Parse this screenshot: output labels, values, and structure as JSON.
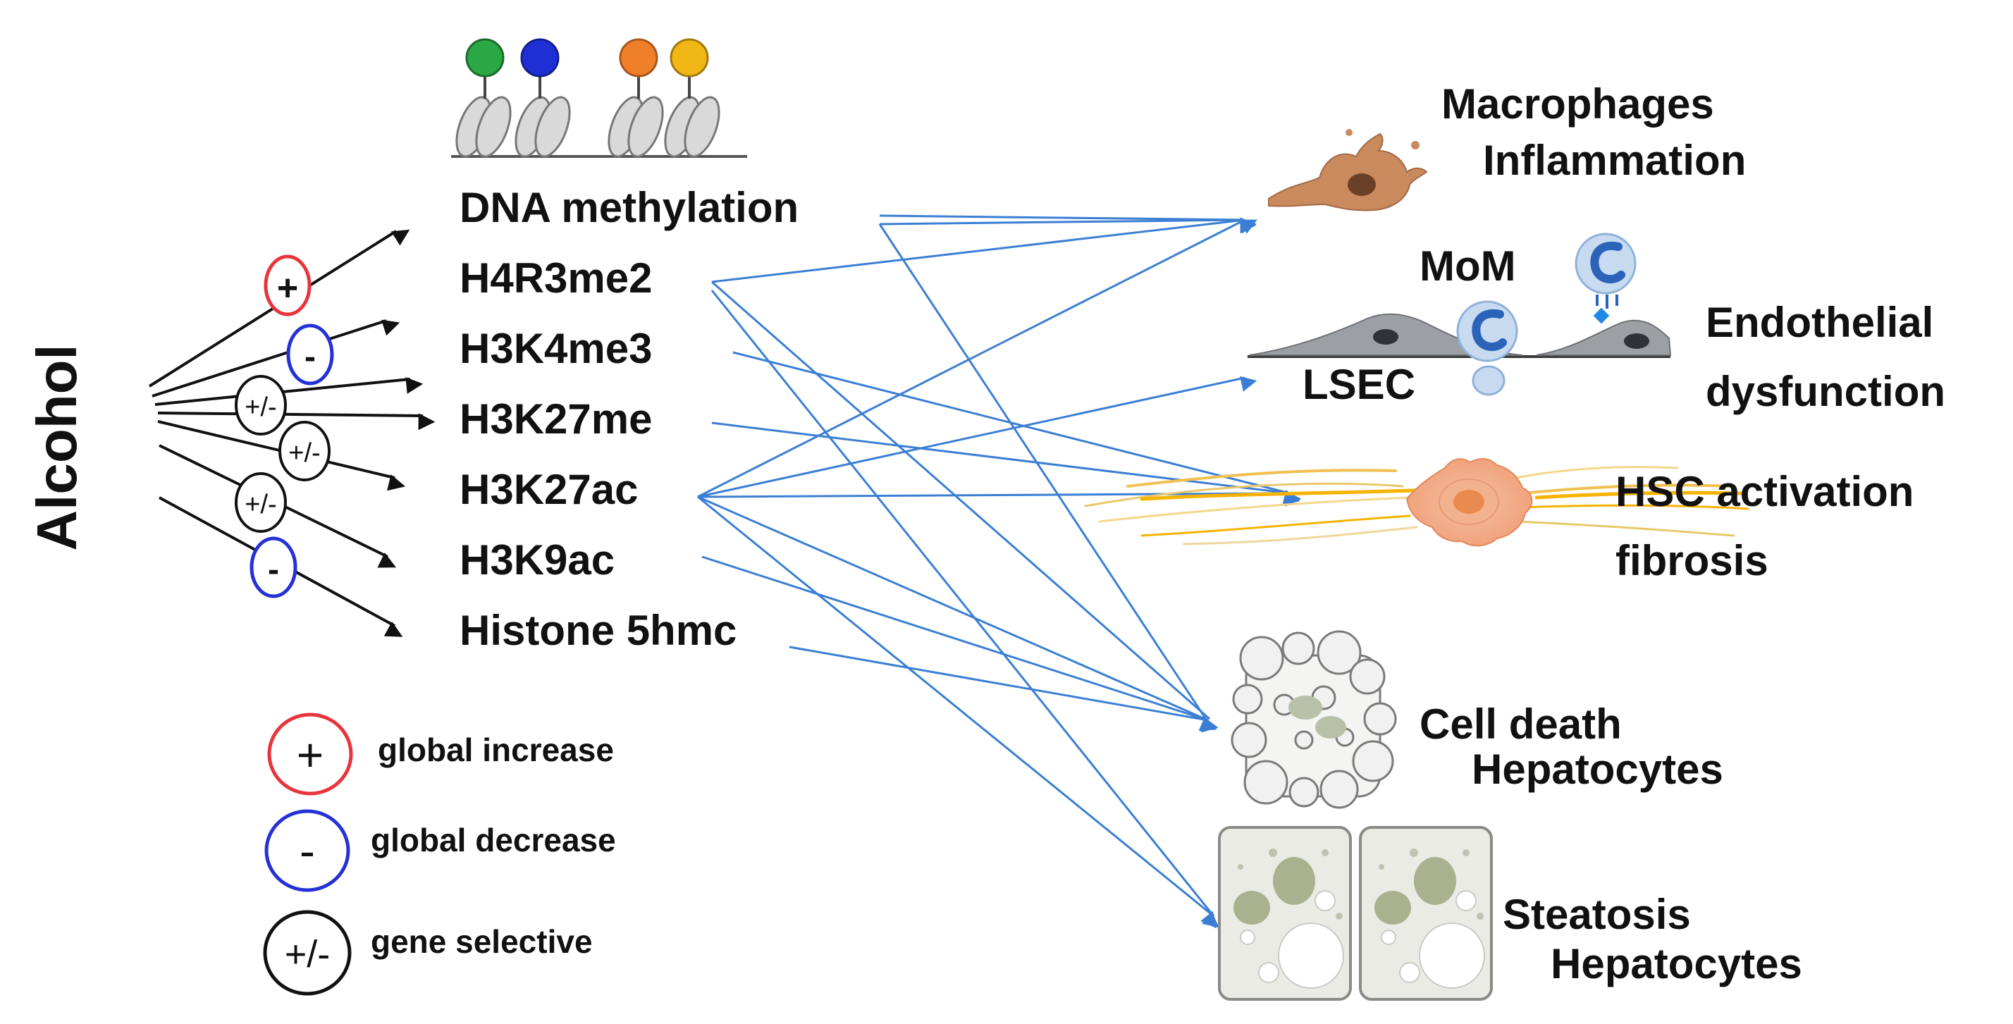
{
  "side_label": "Alcohol",
  "modifications": [
    "DNA methylation",
    "H4R3me2",
    "H3K4me3",
    "H3K27me",
    "H3K27ac",
    "H3K9ac",
    "Histone 5hmc"
  ],
  "badges": [
    {
      "symbol": "+",
      "kind": "increase"
    },
    {
      "symbol": "-",
      "kind": "decrease"
    },
    {
      "symbol": "+/-",
      "kind": "selective"
    },
    {
      "symbol": "+/-",
      "kind": "selective"
    },
    {
      "symbol": "+/-",
      "kind": "selective"
    },
    {
      "symbol": "-",
      "kind": "decrease"
    }
  ],
  "outcomes": {
    "macrophages": {
      "line1": "Macrophages",
      "line2": "Inflammation"
    },
    "endothelial": {
      "mom": "MoM",
      "lsec": "LSEC",
      "line1": "Endothelial",
      "line2": "dysfunction"
    },
    "hsc": {
      "line1": "HSC activation",
      "line2": "fibrosis"
    },
    "celldeath": {
      "line1": "Cell death",
      "line2": "Hepatocytes"
    },
    "steatosis": {
      "line1": "Steatosis",
      "line2": "Hepatocytes"
    }
  },
  "connections": [
    {
      "from": "DNA methylation",
      "to": [
        "macrophages",
        "macrophages",
        "celldeath"
      ]
    },
    {
      "from": "H4R3me2",
      "to": [
        "macrophages",
        "celldeath",
        "steatosis"
      ]
    },
    {
      "from": "H3K4me3",
      "to": [
        "hsc"
      ]
    },
    {
      "from": "H3K27me",
      "to": [
        "hsc"
      ]
    },
    {
      "from": "H3K27ac",
      "to": [
        "macrophages",
        "endothelial",
        "hsc",
        "celldeath",
        "steatosis"
      ]
    },
    {
      "from": "H3K9ac",
      "to": [
        "celldeath"
      ]
    },
    {
      "from": "Histone 5hmc",
      "to": [
        "celldeath"
      ]
    }
  ],
  "legend": [
    {
      "symbol": "+",
      "label": "global increase"
    },
    {
      "symbol": "-",
      "label": "global decrease"
    },
    {
      "symbol": "+/-",
      "label": "gene selective"
    }
  ],
  "colors": {
    "increase": "#e8343b",
    "decrease": "#2431d6",
    "selective": "#111111",
    "link_arrow": "#3b7fd4",
    "dot_green": "#2aa845",
    "dot_blue": "#1f2fd6",
    "dot_orange": "#f07f2a",
    "dot_yellow": "#f0b716"
  }
}
